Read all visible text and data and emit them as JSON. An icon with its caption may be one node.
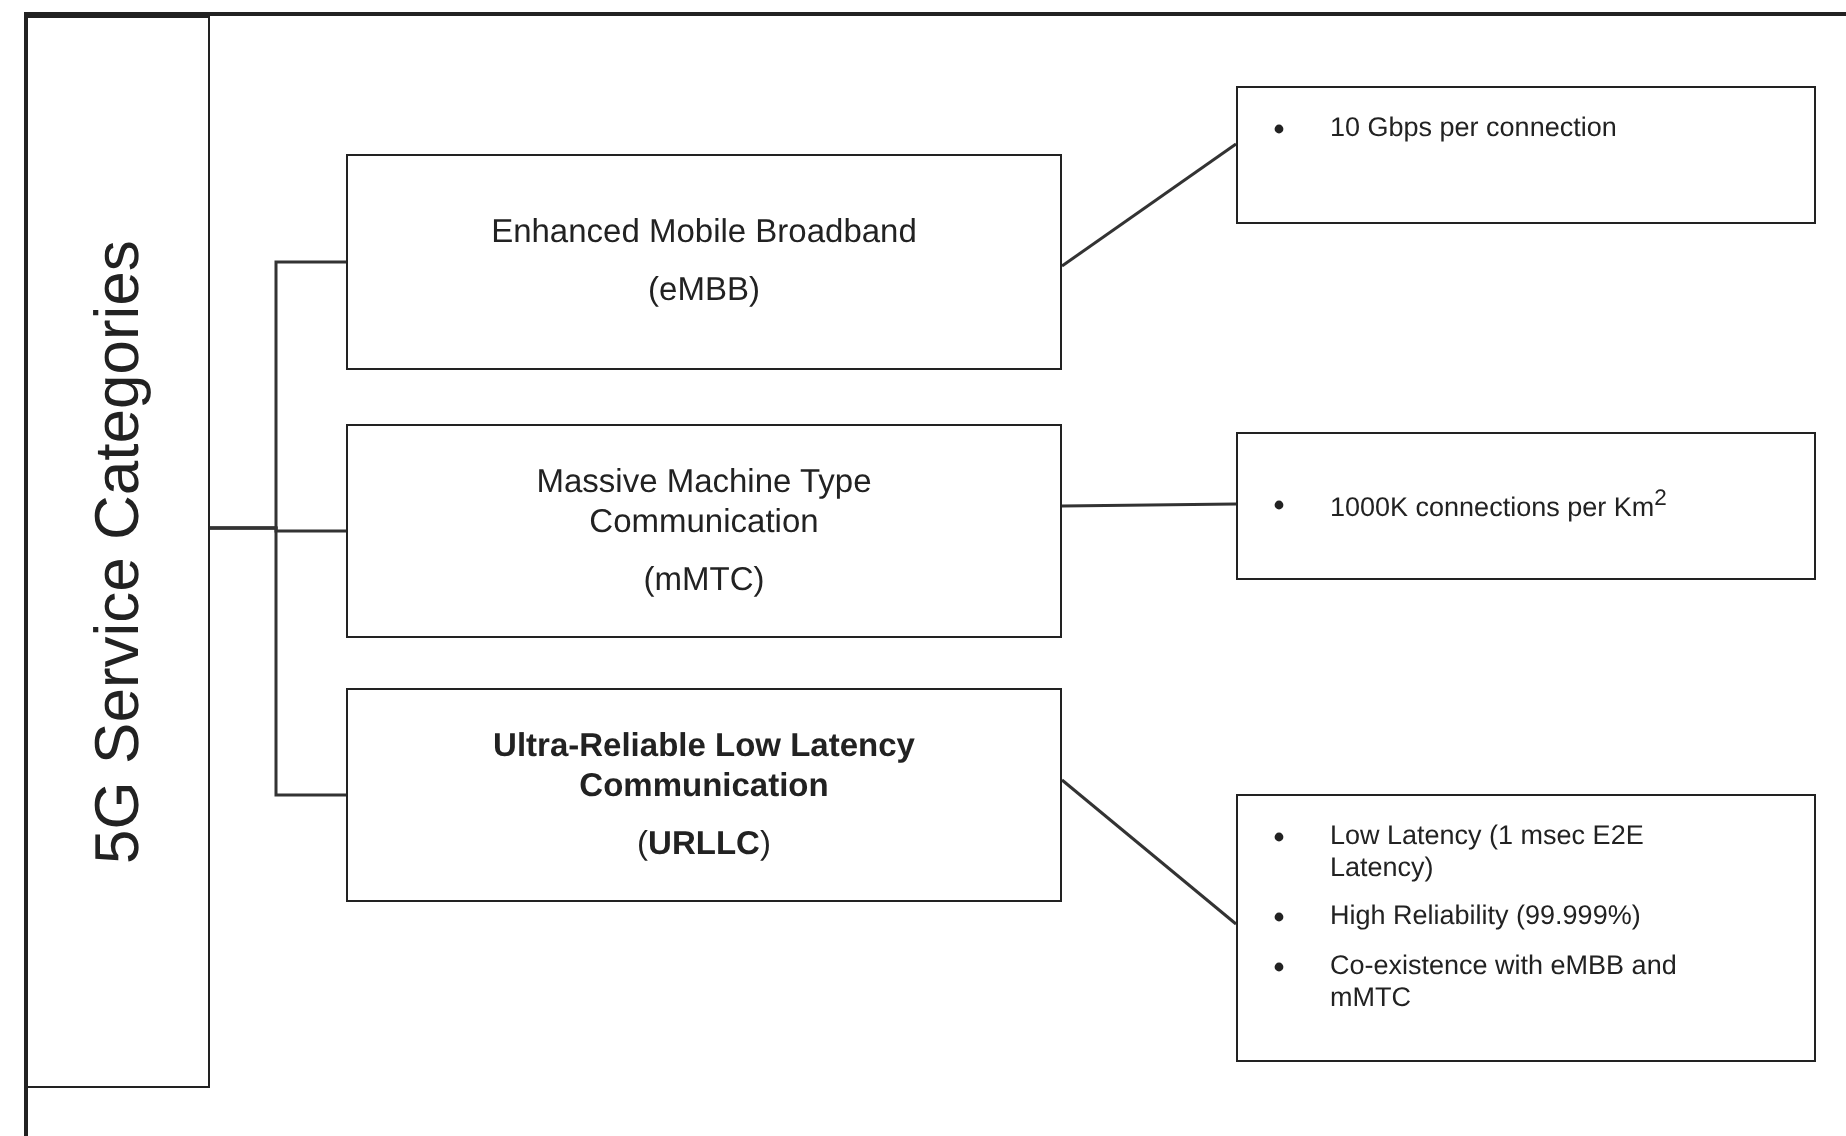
{
  "diagram": {
    "nodes": [
      {
        "text": [
          "5G Service Categories"
        ]
      },
      {
        "text": [
          "Enhanced Mobile Broadband",
          "(eMBB)"
        ]
      },
      {
        "text": [
          "Massive Machine Type Communication",
          "(mMTC)"
        ]
      },
      {
        "text": [
          "Ultra-Reliable Low Latency Communication",
          "(**URLLC**)"
        ]
      },
      {
        "text": [
          "10 Gbps per connection"
        ]
      },
      {
        "text": [
          "1000K connections per Km$^{2}$"
        ]
      },
      {
        "text": [
          "Low Latency (1 msec E2E Latency)",
          "High Reliability (99.999%)",
          "Co-existence with eMBB and mMTC"
        ]
      }
    ],
    "edges": [
      {
        "from": 0,
        "to": 1,
        "arrow": "none"
      },
      {
        "from": 0,
        "to": 2,
        "arrow": "none"
      },
      {
        "from": 0,
        "to": 3,
        "arrow": "none"
      },
      {
        "from": 1,
        "to": 4,
        "arrow": "none"
      },
      {
        "from": 2,
        "to": 5,
        "arrow": "none"
      },
      {
        "from": 3,
        "to": 6,
        "arrow": "none"
      }
    ]
  }
}
